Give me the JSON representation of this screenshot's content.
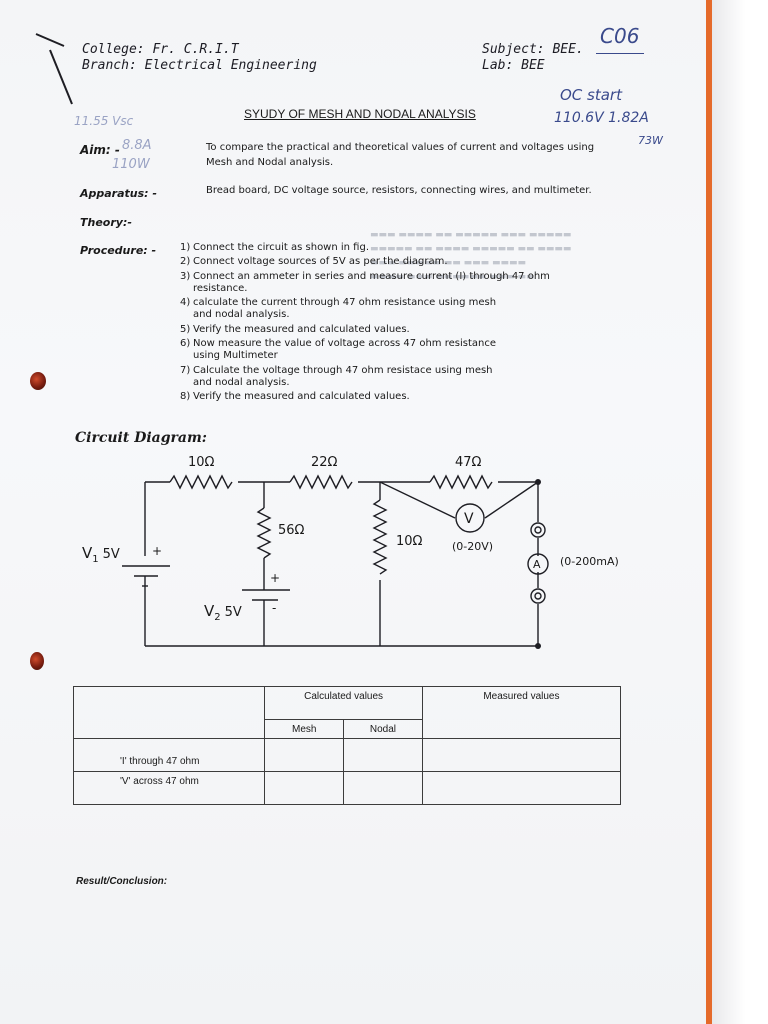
{
  "header": {
    "college": "College: Fr. C.R.I.T",
    "branch": "Branch: Electrical Engineering",
    "subject": "Subject: BEE.",
    "lab": "Lab: BEE"
  },
  "title": "SYUDY OF MESH AND NODAL ANALYSIS",
  "sections": {
    "aim_label": "Aim: -",
    "aim_text_line1": "To compare the practical and theoretical values of current and voltages using",
    "aim_text_line2": "Mesh and Nodal analysis.",
    "apparatus_label": "Apparatus: -",
    "apparatus_text": "Bread board, DC voltage source, resistors, connecting wires, and multimeter.",
    "theory_label": "Theory:-",
    "procedure_label": "Procedure: -",
    "procedure_items": [
      {
        "num": "1)",
        "lines": [
          "Connect the circuit as shown in fig."
        ]
      },
      {
        "num": "2)",
        "lines": [
          "Connect voltage sources of 5V as per the diagram."
        ]
      },
      {
        "num": "3)",
        "lines": [
          "Connect an ammeter in series and measure current (I) through 47 ohm",
          "resistance."
        ]
      },
      {
        "num": "4)",
        "lines": [
          "calculate the current through 47 ohm resistance using mesh",
          "and nodal analysis."
        ]
      },
      {
        "num": "5)",
        "lines": [
          "Verify the measured and calculated values."
        ]
      },
      {
        "num": "6)",
        "lines": [
          "Now measure the value of voltage across 47 ohm resistance",
          "using Multimeter"
        ]
      },
      {
        "num": "7)",
        "lines": [
          "Calculate the voltage through 47 ohm resistace using mesh",
          "and nodal analysis."
        ]
      },
      {
        "num": "8)",
        "lines": [
          "Verify the measured and calculated values."
        ]
      }
    ],
    "circuit_label": "Circuit Diagram:"
  },
  "circuit": {
    "r1": "10Ω",
    "r2": "22Ω",
    "r3": "47Ω",
    "r4": "56Ω",
    "r5": "10Ω",
    "v1": "V",
    "v1_sub": "1",
    "v1_val": "5V",
    "v2": "V",
    "v2_sub": "2",
    "v2_val": "5V",
    "plus": "+",
    "minus": "-",
    "voltmeter_symbol": "V",
    "voltmeter_range": "(0-20V)",
    "ammeter_symbol": "A",
    "ammeter_range": "(0-200mA)"
  },
  "table": {
    "calculated": "Calculated values",
    "measured": "Measured values",
    "mesh": "Mesh",
    "nodal": "Nodal",
    "rows": [
      "'I' through 47 ohm",
      "'V' across 47 ohm"
    ]
  },
  "result_label": "Result/Conclusion:",
  "handwriting": {
    "top_right": "C06",
    "oc": "OC start",
    "v_reading": "110.6V 1.82A",
    "w_reading": "73W",
    "left_vsc": "11.55 Vsc",
    "aim_note1": "8.8A",
    "aim_note2": "110W"
  }
}
